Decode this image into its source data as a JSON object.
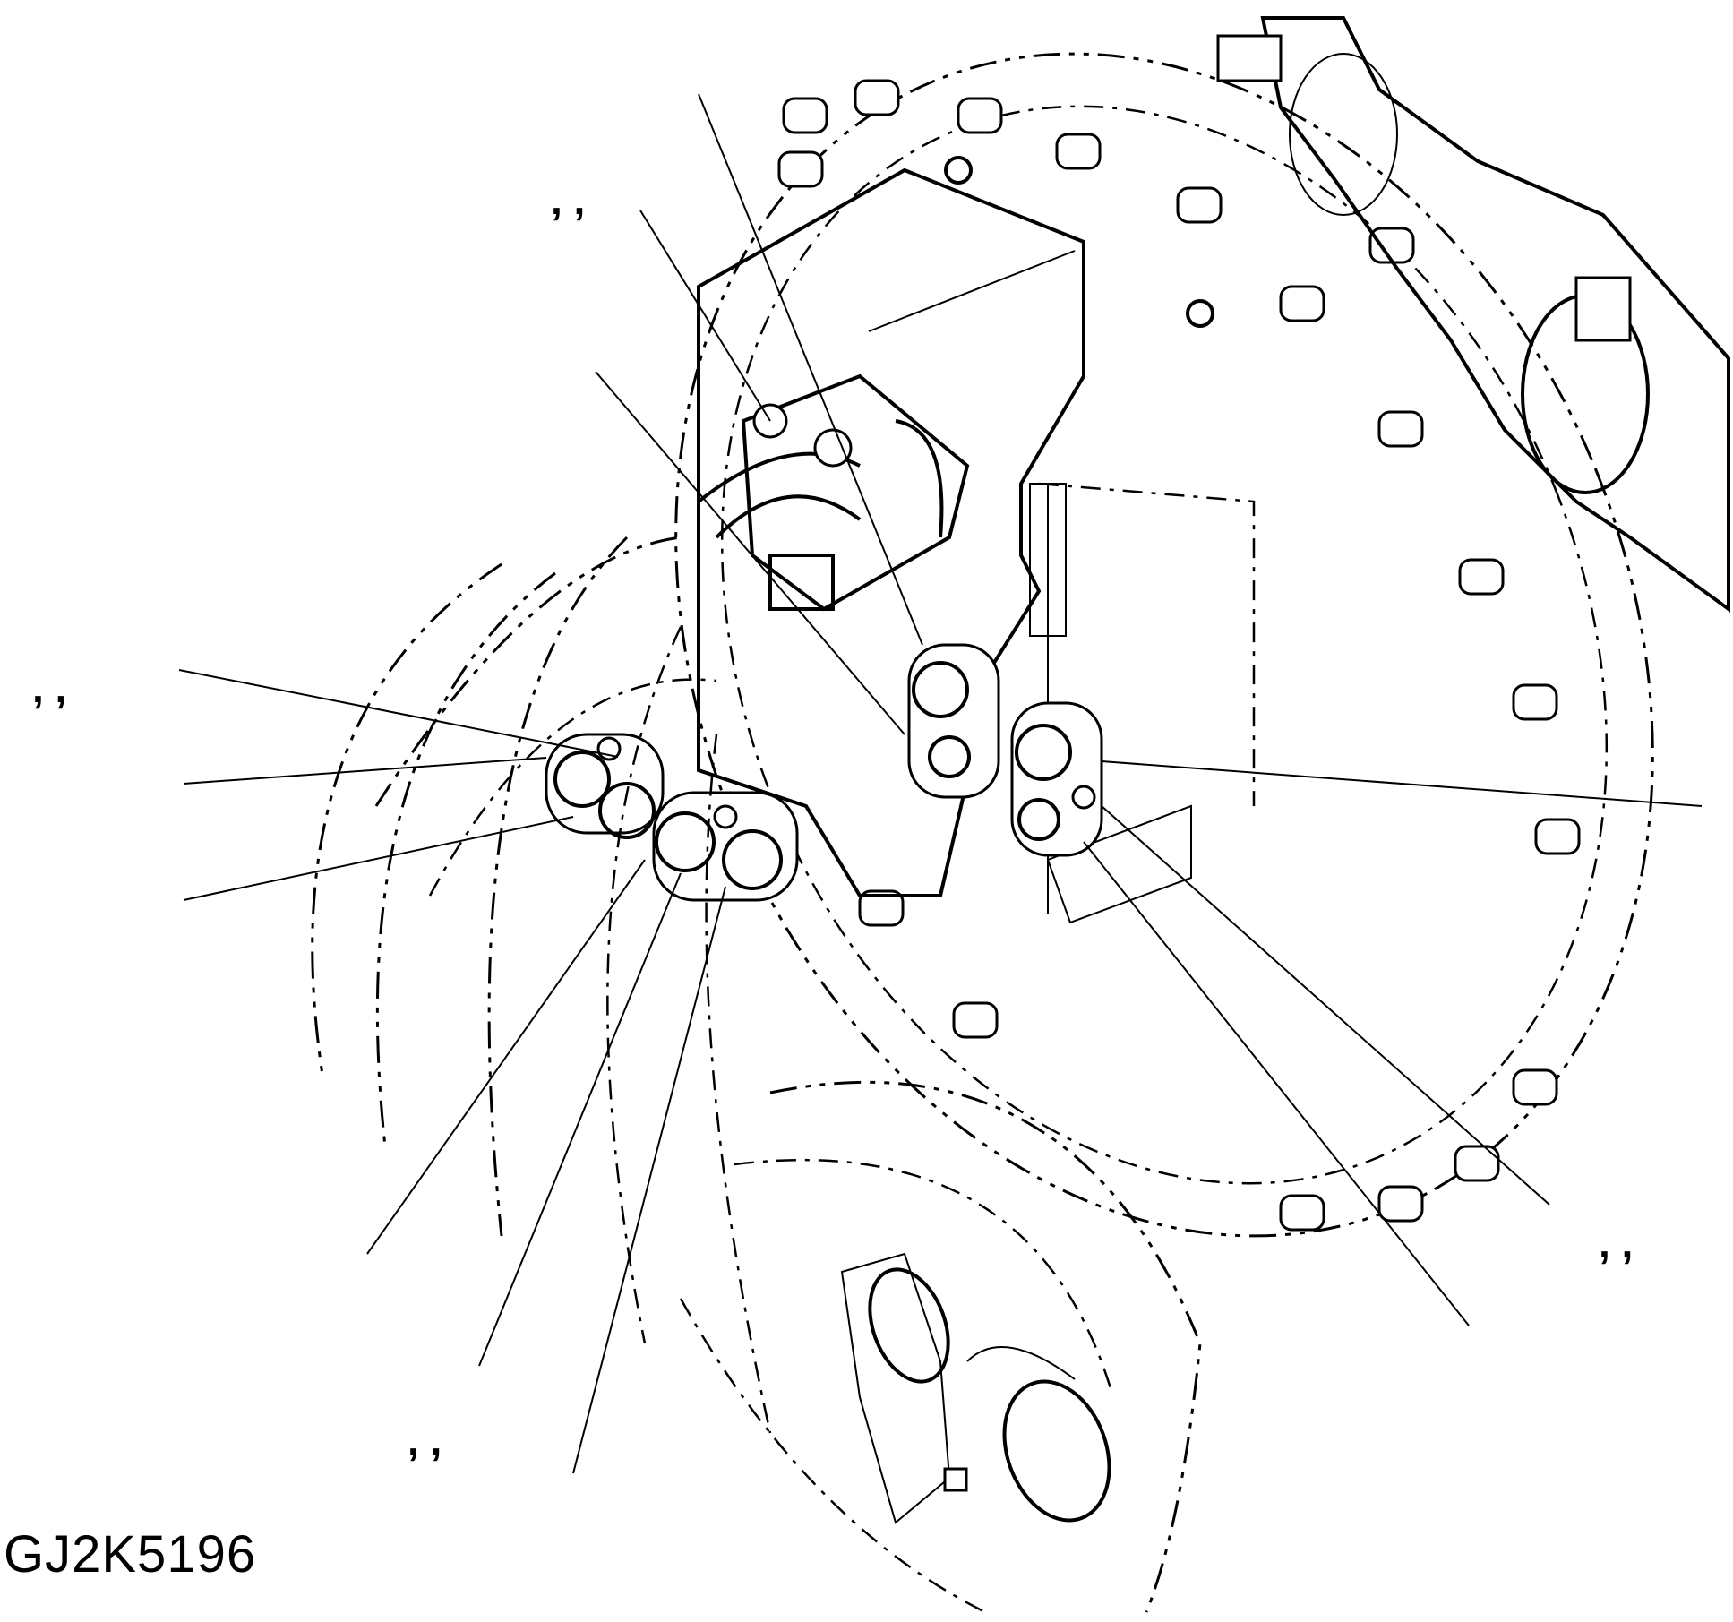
{
  "figure": {
    "id_label": "GJ2K5196",
    "callout_groups": [
      {
        "name": "callout-top-center",
        "text": ",   ,"
      },
      {
        "name": "callout-left",
        "text": ",   ,"
      },
      {
        "name": "callout-bottom-left",
        "text": ",   ,"
      },
      {
        "name": "callout-bottom-right",
        "text": ",   ,"
      }
    ]
  }
}
